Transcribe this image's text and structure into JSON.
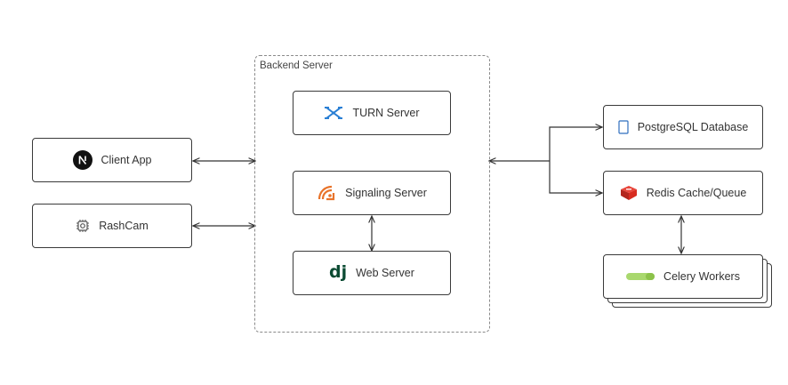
{
  "group": {
    "label": "Backend Server"
  },
  "nodes": {
    "client_app": {
      "label": "Client App",
      "icon": "nextjs-icon"
    },
    "rashcam": {
      "label": "RashCam",
      "icon": "camera-chip-icon"
    },
    "turn_server": {
      "label": "TURN Server",
      "icon": "network-arrows-icon"
    },
    "signaling_server": {
      "label": "Signaling Server",
      "icon": "signal-icon"
    },
    "web_server": {
      "label": "Web Server",
      "icon": "django-icon"
    },
    "postgres": {
      "label": "PostgreSQL Database",
      "icon": "database-icon"
    },
    "redis": {
      "label": "Redis Cache/Queue",
      "icon": "redis-icon"
    },
    "celery": {
      "label": "Celery Workers",
      "icon": "celery-icon"
    }
  },
  "colors": {
    "turn_icon": "#2a7fd4",
    "signal_icon": "#e8732a",
    "django_icon": "#0c4b33",
    "redis_icon": "#d82c20",
    "celery_icon": "#a9d86e",
    "postgres_icon": "#2f6fbf"
  }
}
